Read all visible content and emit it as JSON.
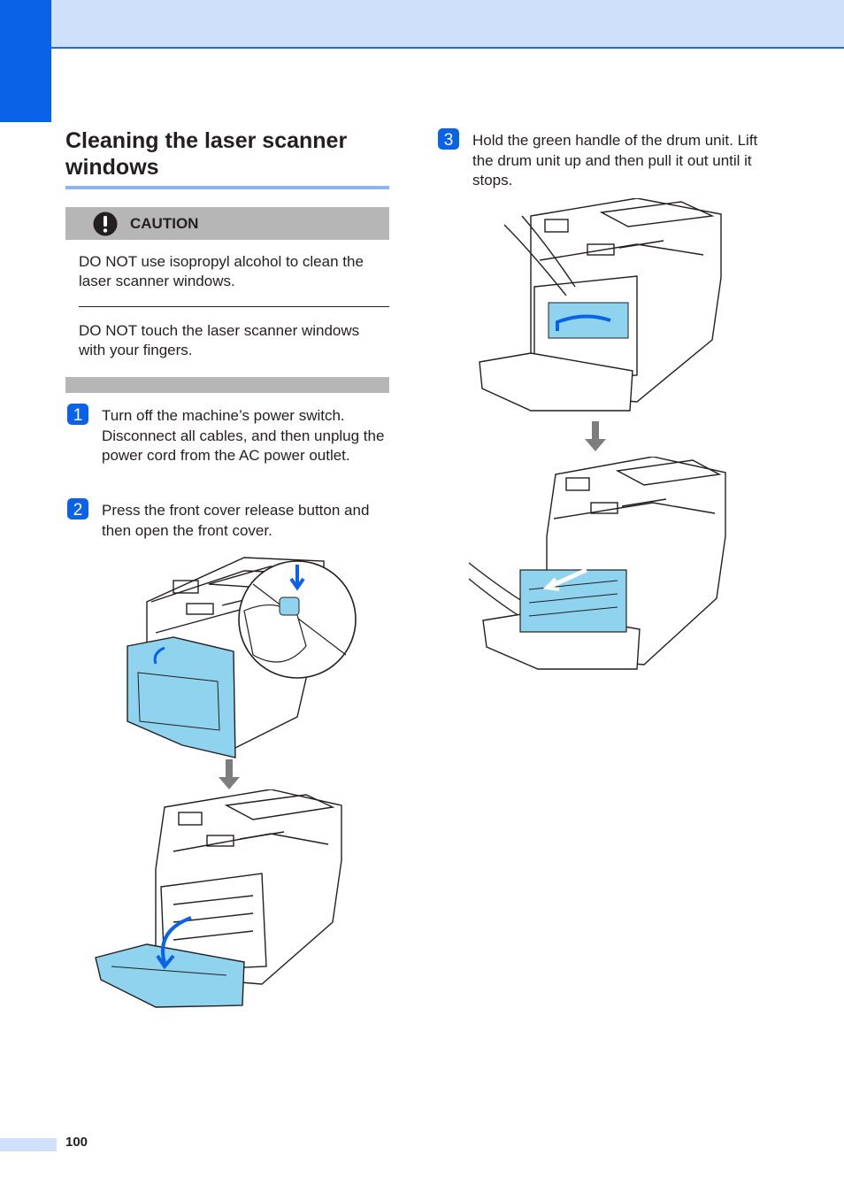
{
  "section": {
    "title": "Cleaning the laser scanner windows"
  },
  "caution": {
    "label": "CAUTION",
    "items": [
      "DO NOT use isopropyl alcohol to clean the laser scanner windows.",
      "DO NOT touch the laser scanner windows with your fingers."
    ]
  },
  "steps": [
    {
      "number": "1",
      "text": "Turn off the machine’s power switch. Disconnect all cables, and then unplug the power cord from the AC power outlet."
    },
    {
      "number": "2",
      "text": "Press the front cover release button and then open the front cover."
    },
    {
      "number": "3",
      "text": "Hold the green handle of the drum unit. Lift the drum unit up and then pull it out until it stops."
    }
  ],
  "footer": {
    "page_number": "100"
  },
  "colors": {
    "accent_blue": "#0a62e6",
    "band_blue": "#cfe0fb",
    "caution_gray": "#b6b6b6",
    "highlight_cyan": "#8fd3ee"
  }
}
